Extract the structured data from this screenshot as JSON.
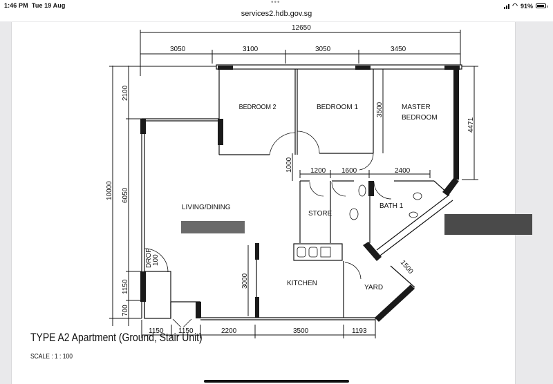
{
  "status_bar": {
    "time": "1:46 PM",
    "date": "Tue 19 Aug",
    "battery_percent": "91%",
    "dots": "•••"
  },
  "browser": {
    "url": "services2.hdb.gov.sg"
  },
  "floor_plan": {
    "title": "TYPE A2 Apartment (Ground, Stair Unit)",
    "scale": "SCALE : 1 : 100",
    "rooms": {
      "bedroom2": "BEDROOM 2",
      "bedroom1": "BEDROOM 1",
      "master_line1": "MASTER",
      "master_line2": "BEDROOM",
      "living": "LIVING/DINING",
      "store": "STORE",
      "bath1": "BATH 1",
      "kitchen": "KITCHEN",
      "yard": "YARD",
      "drop_line1": "DROP",
      "drop_line2": "100"
    },
    "dimensions": {
      "top_total": "12650",
      "top_segments": [
        "3050",
        "3100",
        "3050",
        "3450"
      ],
      "left_total": "10000",
      "left_segments": [
        "2100",
        "6050",
        "1150",
        "700"
      ],
      "bottom_segments": [
        "1150",
        "1150",
        "2200",
        "3500",
        "1193"
      ],
      "bedroom_depth": "3500",
      "master_side": "4471",
      "corridor": "1000",
      "service_segments": [
        "1200",
        "1600",
        "2400"
      ],
      "kitchen_depth": "3000",
      "yard_diag": "1500"
    }
  }
}
